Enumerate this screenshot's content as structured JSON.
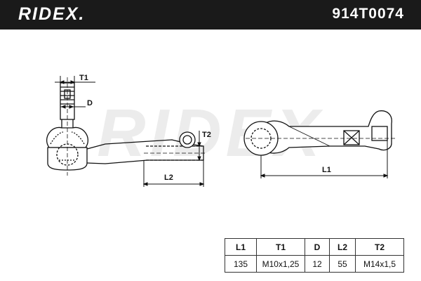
{
  "header": {
    "brand": "RIDEX.",
    "part_number": "914T0074"
  },
  "watermark": "RIDEX",
  "labels": {
    "t1": "T1",
    "d": "D",
    "t2": "T2",
    "l2": "L2",
    "l1": "L1"
  },
  "spec_table": {
    "headers": [
      "L1",
      "T1",
      "D",
      "L2",
      "T2"
    ],
    "values": [
      "135",
      "M10x1,25",
      "12",
      "55",
      "M14x1,5"
    ]
  },
  "colors": {
    "header_bg": "#1a1a1a",
    "line": "#111111",
    "watermark": "#ececec"
  }
}
